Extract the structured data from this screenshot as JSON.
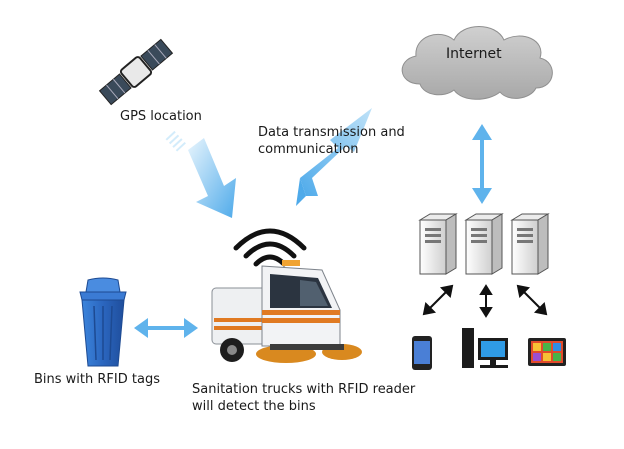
{
  "labels": {
    "gps": "GPS location",
    "data_line1": "Data transmission and",
    "data_line2": "communication",
    "internet": "Internet",
    "bins": "Bins with RFID tags",
    "truck_line1": "Sanitation trucks with RFID reader",
    "truck_line2": "will detect the bins"
  },
  "icons": [
    "satellite-icon",
    "cloud-icon",
    "server-icon",
    "signal-waves-icon",
    "truck-icon",
    "trash-bin-icon",
    "smartphone-icon",
    "desktop-computer-icon",
    "tablet-icon"
  ],
  "colors": {
    "arrow_blue": "#5fb3ec",
    "bin_blue": "#2e6fc8",
    "truck_orange": "#e07a22",
    "cloud_gray": "#b9b9b9"
  }
}
